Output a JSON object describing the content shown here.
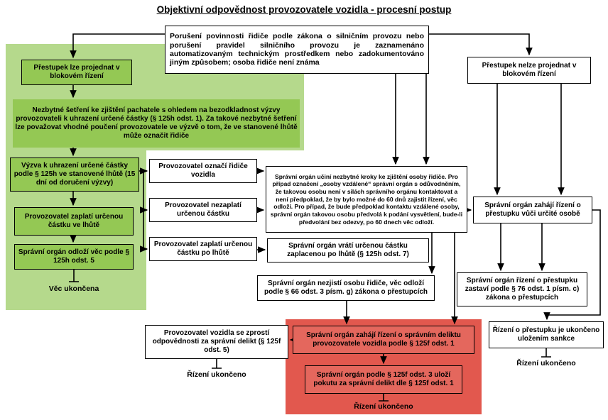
{
  "title": "Objektivní odpovědnost provozovatele vozidla - procesní postup",
  "colors": {
    "green_bg": "#b5d98c",
    "green_box": "#94c854",
    "red_bg": "#e2584e",
    "red_box": "#e4675d",
    "line": "#000000"
  },
  "nodes": {
    "violation": "Porušení povinnosti řidiče podle zákona o silničním provozu nebo porušení pravidel silničního provozu je zaznamenáno automatizovaným technickým prostředkem nebo zadokumentováno jiným způsobem; osoba řidiče není známa",
    "blok": "Přestupek lze projednat v blokovém řízení",
    "nezbytne": "Nezbytné šetření ke zjištění pachatele s ohledem na bezodkladnost výzvy provozovateli k uhrazení určené částky (§ 125h odst. 1). Za takové nezbytné šetření lze považovat vhodné poučení provozovatele ve výzvě o tom, že ve stanovené lhůtě může označit řidiče",
    "vyzva": "Výzva k uhrazení určené částky podle § 125h ve stanovené lhůtě (15 dní od doručení výzvy)",
    "zaplati_lhute": "Provozovatel zaplatí určenou částku ve lhůtě",
    "odlozi": "Správní orgán odloží věc podle § 125h odst. 5",
    "nelze": "Přestupek nelze projednat v blokovém řízení",
    "oznaci": "Provozovatel označí řidiče vozidla",
    "nezaplati": "Provozovatel nezaplatí určenou částku",
    "zaplati_po_lhute": "Provozovatel zaplatí určenou částku po lhůtě",
    "kroky": "Správní orgán učiní nezbytné kroky ke zjištění osoby řidiče. Pro případ označení „osoby vzdálené“ správní orgán s odůvodněním, že takovou osobu není v silách správního orgánu kontaktovat a není předpoklad, že by bylo možné do 60 dnů zajistit řízení, věc odloží. Pro případ, že bude předpoklad kontaktu vzdálené osoby, správní orgán takovou osobu předvolá k podání vysvětlení, bude-li předvolání bez odezvy, po 60 dnech věc odloží.",
    "zahaji_urcite": "Správní orgán zahájí řízení o přestupku vůči určité osobě",
    "vrati": "Správní orgán vrátí určenou částku zaplacenou po lhůtě (§ 125h odst. 7)",
    "nezjisti": "Správní orgán nezjistí osobu řidiče, věc odloží podle § 66 odst. 3 písm. g) zákona o přestupcích",
    "zastavi": "Správní orgán řízení o přestupku zastaví podle § 76 odst. 1 písm. c) zákona o přestupcích",
    "zprosti": "Provozovatel vozidla se zprostí odpovědnosti za správní delikt (§ 125f odst. 5)",
    "zahaji_delikt": "Správní orgán zahájí řízení o správním deliktu provozovatele vozidla podle § 125f odst. 1",
    "pokuta": "Správní orgán podle § 125f odst. 3 uloží pokutu za správní delikt dle § 125f odst. 1",
    "sankce": "Řízení o přestupku je ukončeno uložením sankce"
  },
  "labels": {
    "vec_ukoncena": "Věc ukončena",
    "rizeni_ukonceno": "Řízení ukončeno"
  }
}
